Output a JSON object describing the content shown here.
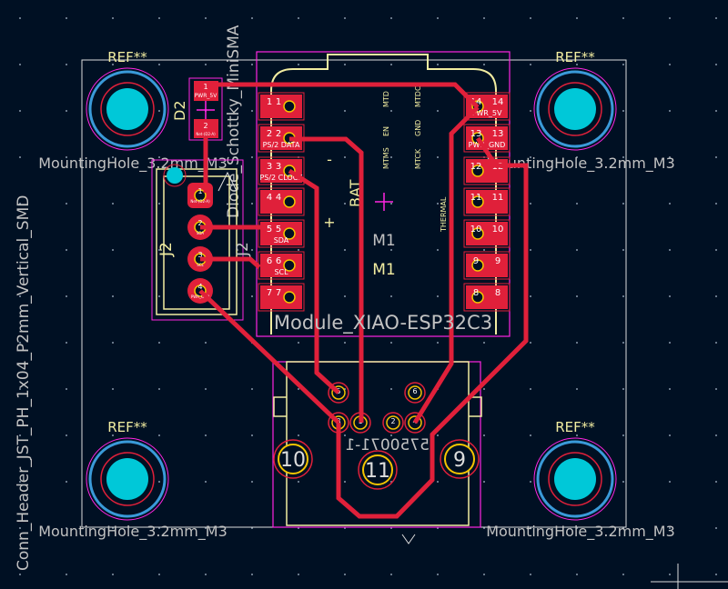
{
  "mounting_holes": {
    "ref": "REF**",
    "value": "MountingHole_3.2mm_M3"
  },
  "module": {
    "ref": "M1",
    "value": "Module_XIAO-ESP32C3",
    "bat_label": "BAT",
    "silk_labels": [
      "MTD",
      "EN",
      "MTMS",
      "MTDO",
      "GND",
      "MTCK",
      "THERMAL"
    ],
    "plus": "+",
    "minus": "-",
    "left_pads": [
      {
        "num": "1",
        "net": ""
      },
      {
        "num": "2",
        "net": "PS/2 DATA"
      },
      {
        "num": "3",
        "net": "PS/2 CLOCK"
      },
      {
        "num": "4",
        "net": ""
      },
      {
        "num": "5",
        "net": "SDA"
      },
      {
        "num": "6",
        "net": "SCL"
      },
      {
        "num": "7",
        "net": ""
      }
    ],
    "right_pads": [
      {
        "num": "14",
        "net": "PWR_5V"
      },
      {
        "num": "13",
        "net": "PWR_GND"
      },
      {
        "num": "12",
        "net": ""
      },
      {
        "num": "11",
        "net": ""
      },
      {
        "num": "10",
        "net": ""
      },
      {
        "num": "9",
        "net": ""
      },
      {
        "num": "8",
        "net": ""
      }
    ]
  },
  "diode": {
    "ref": "D2",
    "value": "Diode_Schottky_MiniSMA",
    "pads": [
      {
        "num": "1",
        "net": "PWR_5V"
      },
      {
        "num": "2",
        "net": "Net-(D2-A)"
      }
    ]
  },
  "connector_j2": {
    "ref": "J2",
    "value": "Conn_Header_JST_PH_1x04_P2mm_Vertical_SMD",
    "pads": [
      {
        "num": "1",
        "net": "Net-(D2-A)"
      },
      {
        "num": "2",
        "net": "SDA"
      },
      {
        "num": "3",
        "net": "SCL"
      },
      {
        "num": "4",
        "net": "PWR_GND"
      }
    ]
  },
  "connector_usb": {
    "value": "5750071-1",
    "pads": [
      "5",
      "6",
      "3",
      "1",
      "2",
      "4"
    ],
    "mount_pads": [
      "10",
      "11",
      "9"
    ]
  },
  "colors": {
    "copper": "#e0203a",
    "silk": "#f2eda1",
    "courtyard": "#ff26e2",
    "hole": "#00c8d8",
    "background": "#001023"
  }
}
